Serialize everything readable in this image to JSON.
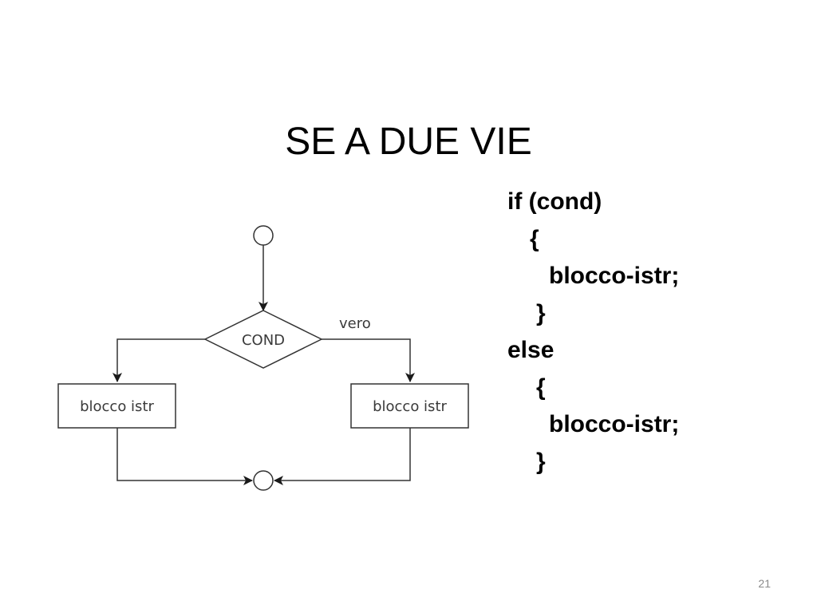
{
  "slide": {
    "title": "SE A DUE VIE",
    "page_number": "21"
  },
  "flowchart": {
    "condition_label": "COND",
    "true_branch_label": "vero",
    "left_block_label": "blocco istr",
    "right_block_label": "blocco istr"
  },
  "code": {
    "lines": [
      "if (cond)",
      "{",
      "blocco-istr;",
      "}",
      "else",
      "{",
      "blocco-istr;",
      "}"
    ]
  }
}
